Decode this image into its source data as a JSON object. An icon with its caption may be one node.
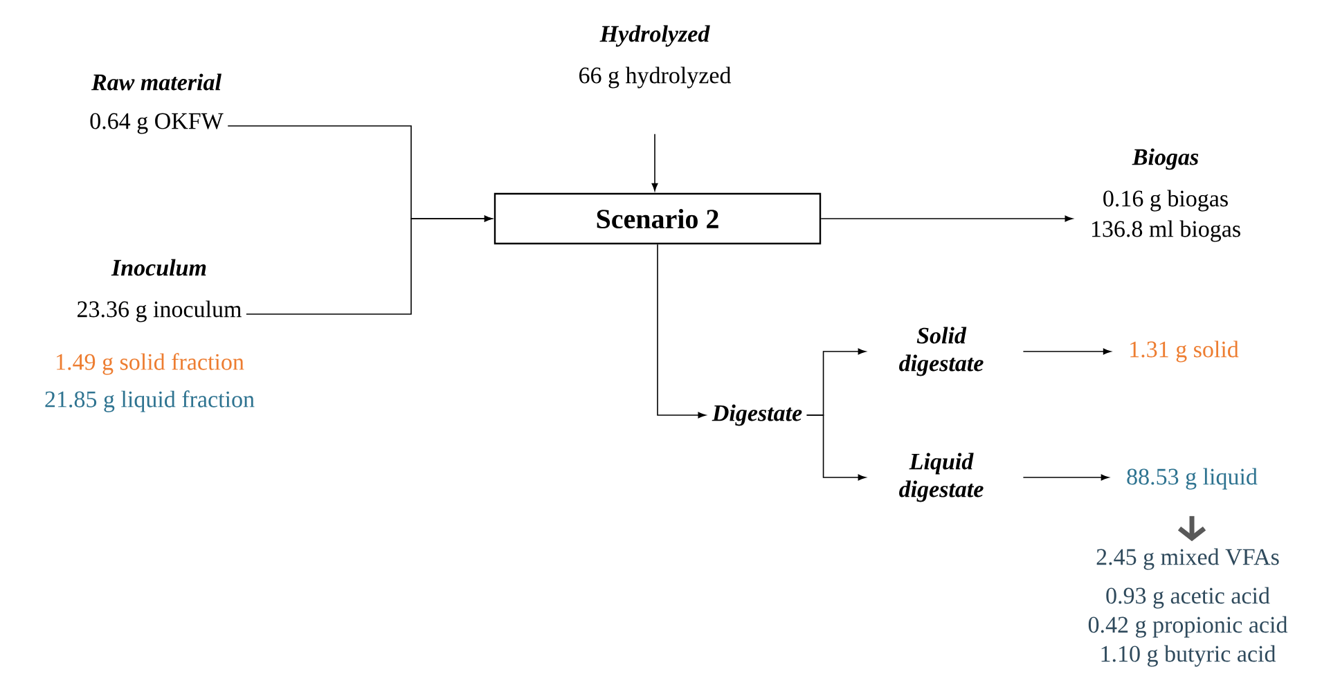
{
  "diagram": {
    "nodes": [
      {
        "text": [
          "Raw material",
          "0.64 g OKFW"
        ]
      },
      {
        "text": [
          "Inoculum",
          "23.36 g inoculum"
        ],
        "beside": [
          "1.49 g solid fraction",
          "21.85 g liquid fraction"
        ]
      },
      {
        "text": [
          "Hydrolyzed",
          "66 g hydrolyzed"
        ]
      },
      {
        "text": [
          "Scenario 2"
        ]
      },
      {
        "text": [
          "Biogas",
          "0.16 g biogas",
          "136.8 ml biogas"
        ]
      },
      {
        "text": [
          "Digestate"
        ]
      },
      {
        "text": [
          "Solid digestate"
        ]
      },
      {
        "text": [
          "Liquid digestate"
        ]
      },
      {
        "text": [
          "1.31 g solid"
        ]
      },
      {
        "text": [
          "88.53 g liquid"
        ]
      },
      {
        "text": [
          "2.45 g mixed VFAs",
          "0.93 g acetic acid",
          "0.42 g propionic acid",
          "1.10 g butyric acid"
        ]
      }
    ],
    "edges": [
      {
        "from": 0,
        "to": 3,
        "arrow": "to"
      },
      {
        "from": 1,
        "to": 3,
        "arrow": "to"
      },
      {
        "from": 2,
        "to": 3,
        "arrow": "to"
      },
      {
        "from": 3,
        "to": 4,
        "arrow": "to"
      },
      {
        "from": 3,
        "to": 5,
        "arrow": "to"
      },
      {
        "from": 5,
        "to": 6,
        "arrow": "to"
      },
      {
        "from": 5,
        "to": 7,
        "arrow": "to"
      },
      {
        "from": 6,
        "to": 8,
        "arrow": "to"
      },
      {
        "from": 7,
        "to": 9,
        "arrow": "to"
      },
      {
        "from": 9,
        "to": 10,
        "arrow": "to",
        "color": "#595959",
        "style": "thick"
      }
    ]
  }
}
